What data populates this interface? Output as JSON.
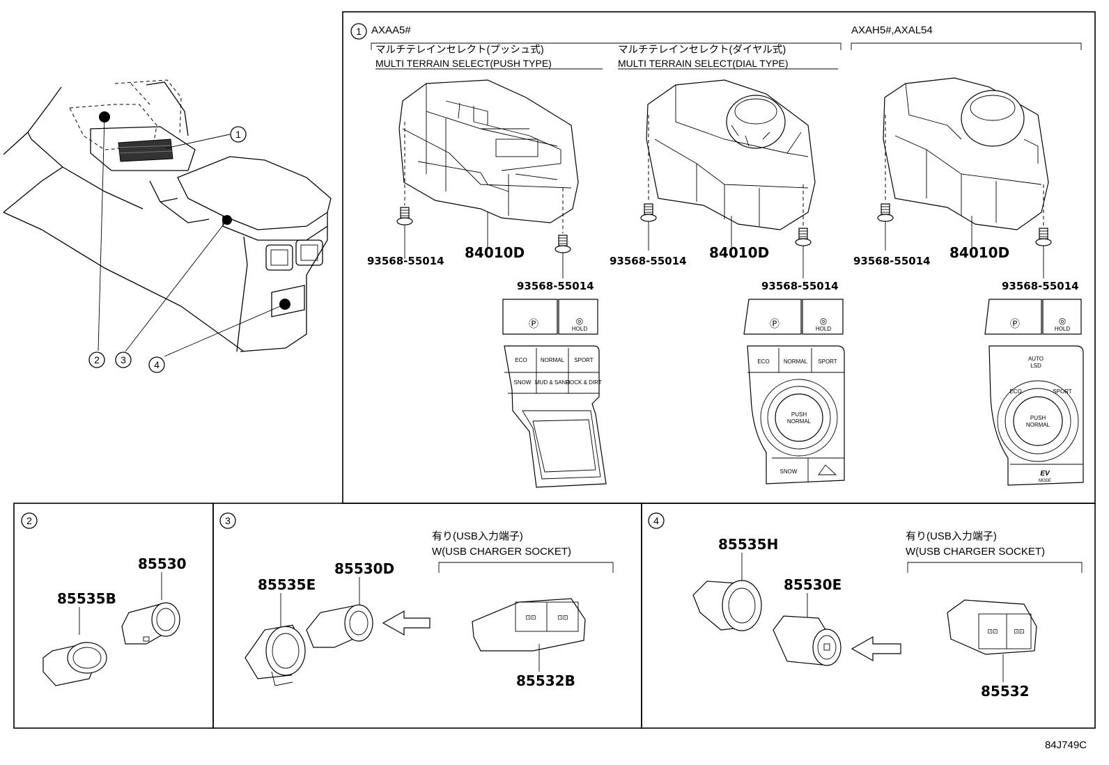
{
  "callouts": [
    "1",
    "2",
    "3",
    "4"
  ],
  "panel1": {
    "callout": "1",
    "variant_a": "AXAA5#",
    "variant_b": "AXAH5#,AXAL54",
    "push_type_jp": "マルチテレインセレクト(プッシュ式)",
    "push_type_en": "MULTI TERRAIN SELECT(PUSH TYPE)",
    "dial_type_jp": "マルチテレインセレクト(ダイヤル式)",
    "dial_type_en": "MULTI TERRAIN SELECT(DIAL TYPE)",
    "screw_part": "93568-55014",
    "switch_part": "84010D",
    "push_labels": [
      "ECO",
      "NORMAL",
      "SPORT",
      "SNOW",
      "MUD & SAND",
      "ROCK & DIRT"
    ],
    "dial_labels": [
      "ECO",
      "NORMAL",
      "SPORT",
      "PUSH",
      "NORMAL",
      "SNOW"
    ],
    "ev_labels": [
      "AUTO",
      "LSD",
      "ECO",
      "SPORT",
      "PUSH",
      "NORMAL",
      "EV",
      "MODE"
    ],
    "hold_label": "HOLD"
  },
  "panel2": {
    "callout": "2",
    "part_a": "85535B",
    "part_b": "85530"
  },
  "panel3": {
    "callout": "3",
    "part_a": "85535E",
    "part_b": "85530D",
    "usb_jp": "有り(USB入力端子)",
    "usb_en": "W(USB CHARGER SOCKET)",
    "part_c": "85532B"
  },
  "panel4": {
    "callout": "4",
    "part_a": "85535H",
    "part_b": "85530E",
    "usb_jp": "有り(USB入力端子)",
    "usb_en": "W(USB CHARGER SOCKET)",
    "part_c": "85532"
  },
  "diagram_code": "84J749C"
}
